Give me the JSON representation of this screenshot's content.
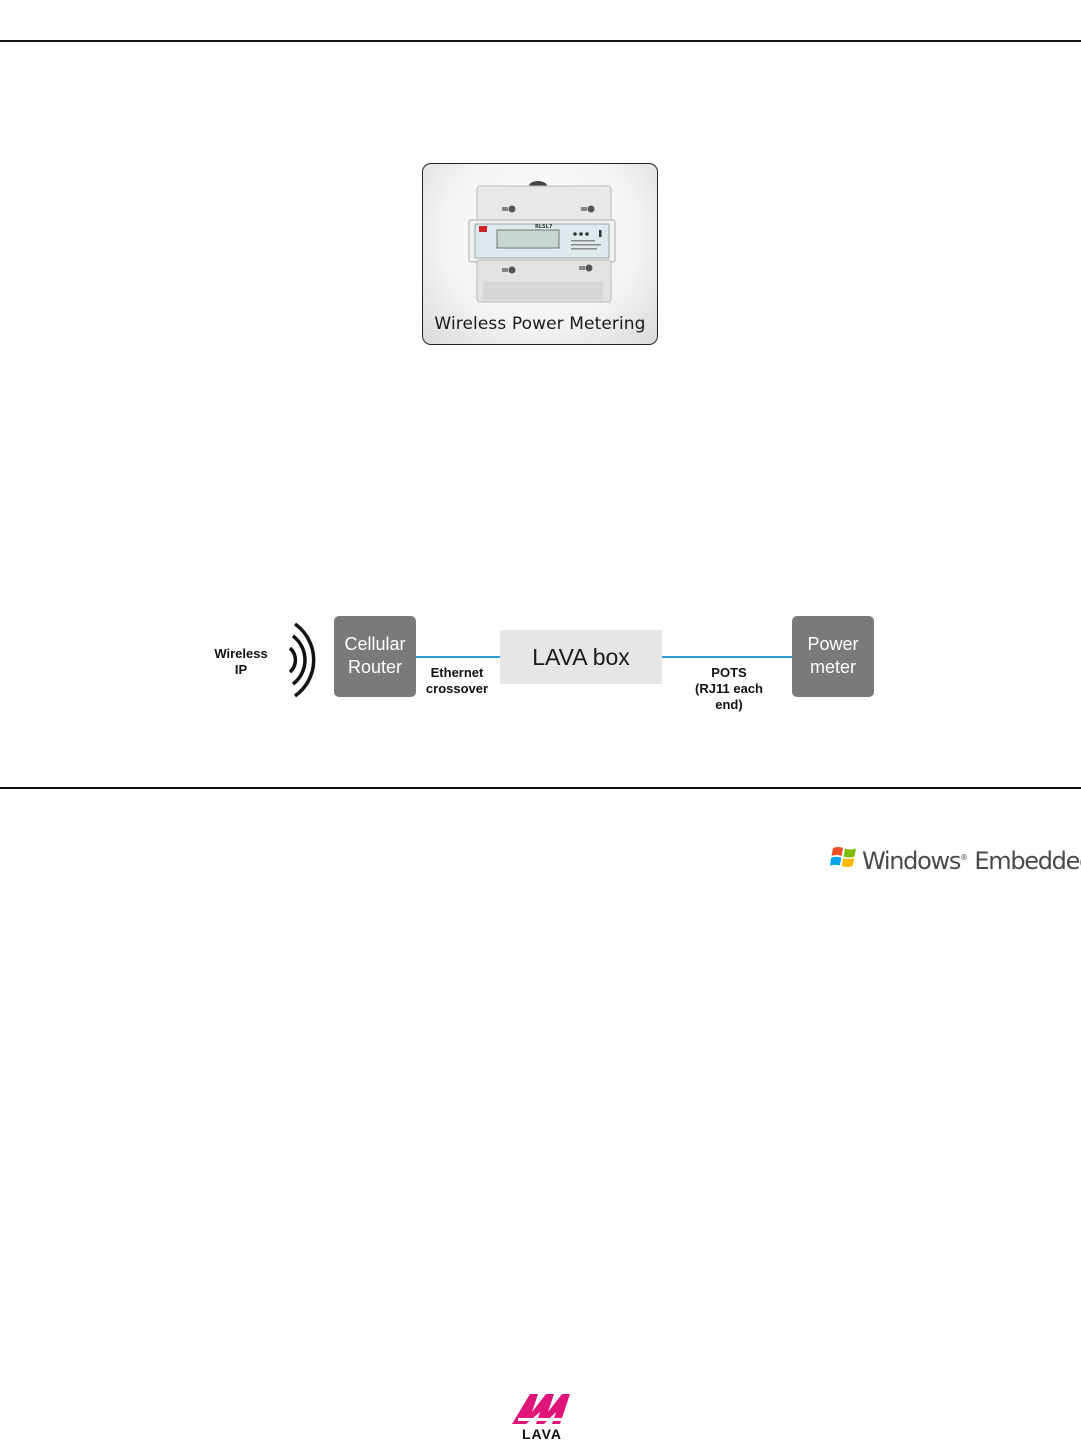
{
  "product_card": {
    "caption": "Wireless Power Metering",
    "device_model_label": "RLSL7"
  },
  "diagram": {
    "wireless_label_line1": "Wireless",
    "wireless_label_line2": "IP",
    "router_line1": "Cellular",
    "router_line2": "Router",
    "ethernet_line1": "Ethernet",
    "ethernet_line2": "crossover",
    "lava_box": "LAVA box",
    "pots_line1": "POTS",
    "pots_line2": "(RJ11 each",
    "pots_line3": "end)",
    "meter_line1": "Power",
    "meter_line2": "meter",
    "link_color": "#2e9ad8",
    "node_color": "#7a7a7a"
  },
  "logos": {
    "windows_word1": "Windows",
    "windows_word2": "Embedded",
    "windows_mark": "®",
    "lava_word": "LAVA",
    "lava_color": "#e0157a"
  }
}
